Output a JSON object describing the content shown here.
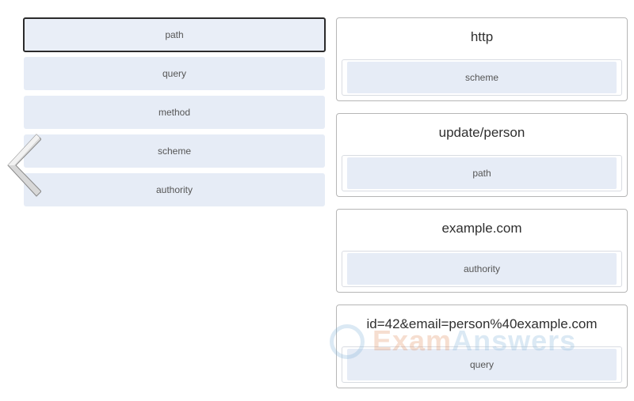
{
  "options": [
    {
      "label": "path",
      "selected": true
    },
    {
      "label": "query",
      "selected": false
    },
    {
      "label": "method",
      "selected": false
    },
    {
      "label": "scheme",
      "selected": false
    },
    {
      "label": "authority",
      "selected": false
    }
  ],
  "targets": [
    {
      "title": "http",
      "answer": "scheme"
    },
    {
      "title": "update/person",
      "answer": "path"
    },
    {
      "title": "example.com",
      "answer": "authority"
    },
    {
      "title": "id=42&email=person%40example.com",
      "answer": "query"
    }
  ],
  "watermark": {
    "part1": "Exam",
    "part2": "Answers"
  },
  "colors": {
    "pill_bg": "#e6ecf6",
    "card_border": "#b6b6b6",
    "selected_border": "#2b2b2b",
    "text": "#555555"
  },
  "icons": {
    "back": "chevron-left-icon",
    "logo": "exam-answers-logo-icon"
  }
}
